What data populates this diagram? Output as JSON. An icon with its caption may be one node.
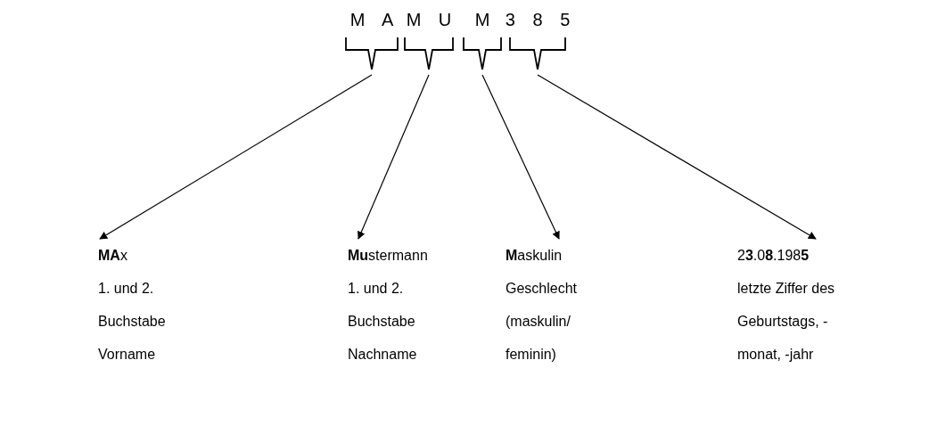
{
  "diagram": {
    "nodes": [
      {
        "text": [
          "M A"
        ]
      },
      {
        "text": [
          "M U"
        ]
      },
      {
        "text": [
          "M"
        ]
      },
      {
        "text": [
          "3 8 5"
        ]
      },
      {
        "text": [
          "**MA**x",
          "1. und 2. Buchstabe Vorname"
        ]
      },
      {
        "text": [
          "**Mu**stermann",
          "1. und 2. Buchstabe Nachname"
        ]
      },
      {
        "text": [
          "**M**askulin",
          "Geschlecht (maskulin/ feminin)"
        ]
      },
      {
        "text": [
          "2**3**.0**8**.198**5**",
          "letzte Ziffer des Geburtstags, -monat, -jahr"
        ]
      }
    ],
    "edges": [
      {
        "from": 0,
        "to": 4,
        "arrow": "to"
      },
      {
        "from": 1,
        "to": 5,
        "arrow": "to"
      },
      {
        "from": 2,
        "to": 6,
        "arrow": "to"
      },
      {
        "from": 3,
        "to": 7,
        "arrow": "to"
      }
    ]
  }
}
